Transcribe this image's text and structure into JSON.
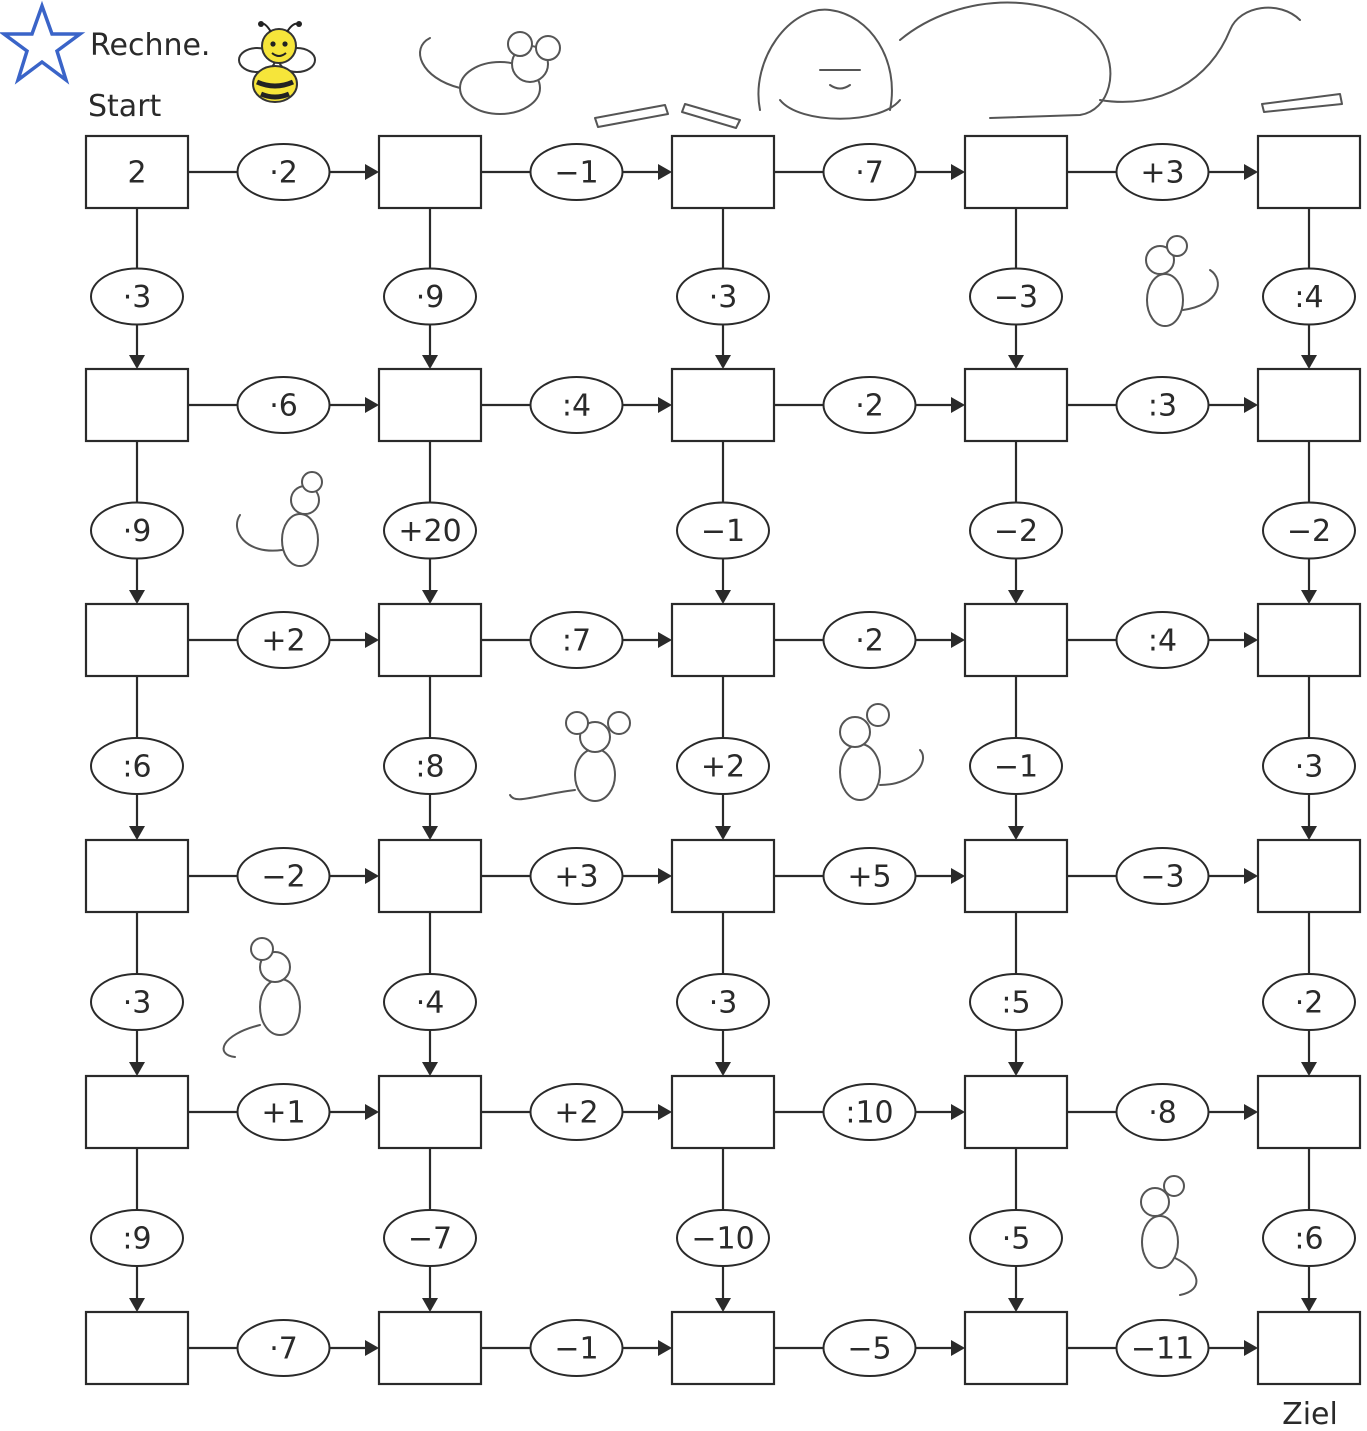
{
  "header": {
    "instruction": "Rechne.",
    "start_label": "Start",
    "goal_label": "Ziel",
    "star_color": "#3a64c8",
    "bee_color": "#f6e53a"
  },
  "grid": {
    "rows": 6,
    "cols": 5,
    "boxes": [
      [
        "2",
        "",
        "",
        "",
        ""
      ],
      [
        "",
        "",
        "",
        "",
        ""
      ],
      [
        "",
        "",
        "",
        "",
        ""
      ],
      [
        "",
        "",
        "",
        "",
        ""
      ],
      [
        "",
        "",
        "",
        "",
        ""
      ],
      [
        "",
        "",
        "",
        "",
        ""
      ]
    ],
    "h_ops": [
      [
        "·2",
        "−1",
        "·7",
        "+3"
      ],
      [
        "·6",
        ":4",
        "·2",
        ":3"
      ],
      [
        "+2",
        ":7",
        "·2",
        ":4"
      ],
      [
        "−2",
        "+3",
        "+5",
        "−3"
      ],
      [
        "+1",
        "+2",
        ":10",
        "·8"
      ],
      [
        "·7",
        "−1",
        "−5",
        "−11"
      ]
    ],
    "v_ops": [
      [
        "·3",
        "·9",
        "·3",
        "−3",
        ":4"
      ],
      [
        "·9",
        "+20",
        "−1",
        "−2",
        "−2"
      ],
      [
        ":6",
        ":8",
        "+2",
        "−1",
        "·3"
      ],
      [
        "·3",
        "·4",
        "·3",
        ":5",
        "·2"
      ],
      [
        ":9",
        "−7",
        "−10",
        "·5",
        ":6"
      ]
    ]
  },
  "decorations": {
    "icons": [
      "star-icon",
      "bee-icon",
      "cat-icon",
      "mouse-icon",
      "crayon-icon"
    ]
  }
}
